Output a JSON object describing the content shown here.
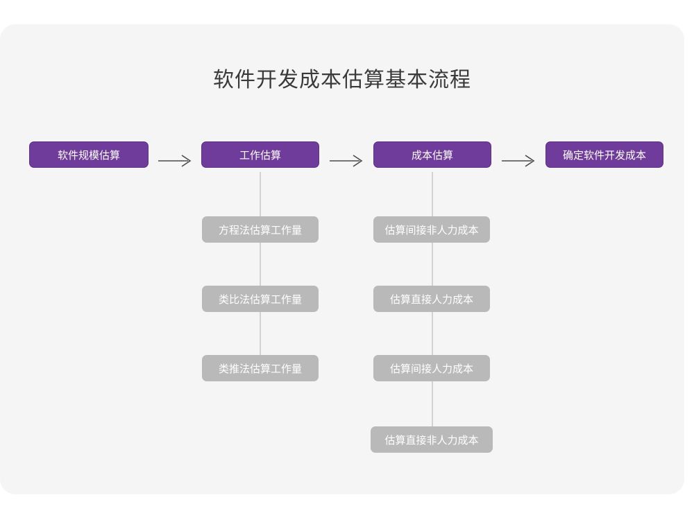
{
  "card": {
    "background_color": "#f5f5f5"
  },
  "diagram": {
    "title": "软件开发成本估算基本流程",
    "type": "flowchart",
    "accent_color": "#703C9B",
    "secondary_color": "#b9b9b9",
    "connector_color": "#d2d2d2",
    "arrow_icon_name": "long-right-arrow-icon",
    "stages": [
      {
        "label": "软件规模估算",
        "column": 1,
        "substeps": []
      },
      {
        "label": "工作估算",
        "column": 2,
        "substeps": [
          "方程法估算工作量",
          "类比法估算工作量",
          "类推法估算工作量"
        ]
      },
      {
        "label": "成本估算",
        "column": 3,
        "substeps": [
          "估算间接非人力成本",
          "估算直接人力成本",
          "估算间接人力成本",
          "估算直接非人力成本"
        ]
      },
      {
        "label": "确定软件开发成本",
        "column": 4,
        "substeps": []
      }
    ],
    "arrows": [
      {
        "from": "软件规模估算",
        "to": "工作估算"
      },
      {
        "from": "工作估算",
        "to": "成本估算"
      },
      {
        "from": "成本估算",
        "to": "确定软件开发成本"
      }
    ]
  }
}
